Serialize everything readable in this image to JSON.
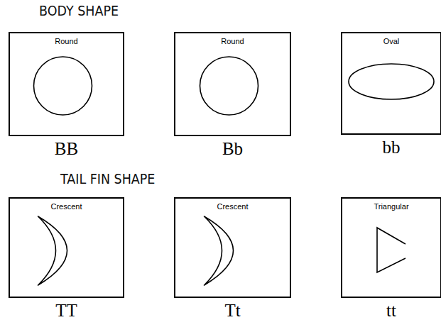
{
  "diagram": {
    "nodes": [
      {
        "text": [
          "Round",
          "BB"
        ]
      },
      {
        "text": [
          "Round",
          "Bb"
        ]
      },
      {
        "text": [
          "Oval",
          "bb"
        ]
      },
      {
        "text": [
          "Crescent",
          "TT"
        ]
      },
      {
        "text": [
          "Crescent",
          "Tt"
        ]
      },
      {
        "text": [
          "Triangular",
          "tt"
        ]
      }
    ],
    "labels": [
      "BODY SHAPE",
      "TAIL FIN SHAPE"
    ]
  }
}
